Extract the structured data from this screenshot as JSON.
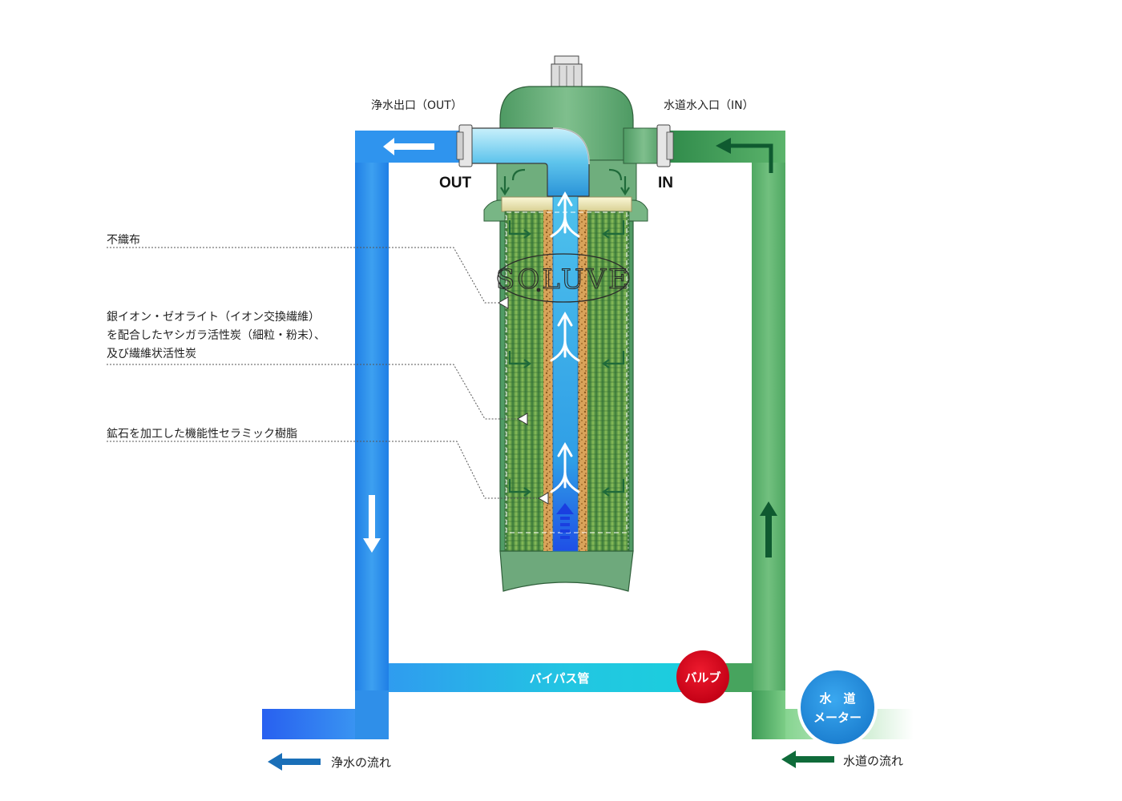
{
  "labels": {
    "outlet": "浄水出口（OUT）",
    "inlet": "水道水入口（IN）",
    "out_short": "OUT",
    "in_short": "IN",
    "nonwoven": "不織布",
    "carbon_line1": "銀イオン・ゼオライト（イオン交換繊維）",
    "carbon_line2": "を配合したヤシガラ活性炭（細粒・粉末）、",
    "carbon_line3": "及び繊維状活性炭",
    "ceramic": "鉱石を加工した機能性セラミック樹脂",
    "bypass": "バイパス管",
    "valve": "バルブ",
    "meter_line1": "水　道",
    "meter_line2": "メーター",
    "brand": "SOLUVE",
    "clean_flow": "浄水の流れ",
    "tap_flow": "水道の流れ"
  },
  "colors": {
    "clean_pipe": "#2a8fe8",
    "tap_pipe": "#5cb46c",
    "bypass_pipe": "#22c8e0",
    "valve": "#d9001b",
    "meter": "#1e88d6",
    "housing": "#6fb07f",
    "clean_arrow": "#1a6fb8",
    "tap_arrow": "#0f6b3a"
  }
}
